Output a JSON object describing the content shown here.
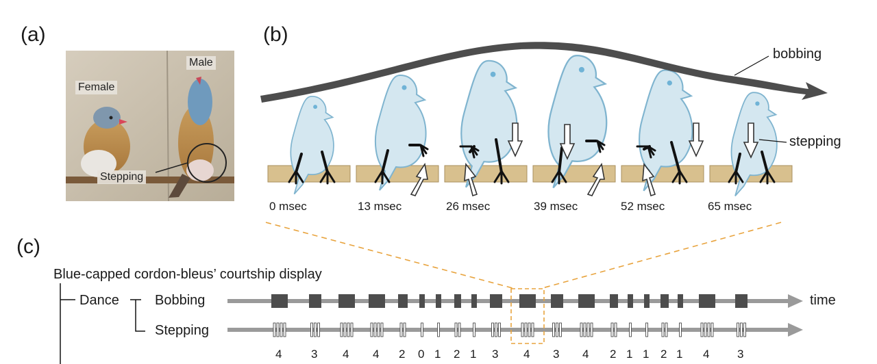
{
  "panels": {
    "a": "(a)",
    "b": "(b)",
    "c": "(c)"
  },
  "photo": {
    "female": "Female",
    "male": "Male",
    "stepping": "Stepping"
  },
  "schematic": {
    "arrow_label": "bobbing",
    "stepping_label": "stepping",
    "times": [
      "0 msec",
      "13 msec",
      "26 msec",
      "39 msec",
      "52 msec",
      "65 msec"
    ]
  },
  "timeline": {
    "title": "Blue-capped cordon-bleus’ courtship display",
    "dance_label": "Dance",
    "bobbing_label": "Bobbing",
    "stepping_label": "Stepping",
    "time_label": "time",
    "step_counts": [
      "4",
      "3",
      "4",
      "4",
      "2",
      "0",
      "1",
      "2",
      "1",
      "3",
      "4",
      "3",
      "4",
      "2",
      "1",
      "1",
      "2",
      "1",
      "4",
      "3"
    ]
  },
  "colors": {
    "bird_fill": "#d4e7f0",
    "bird_stroke": "#7fb4cf",
    "perch": "#d8c08e",
    "bobbing_arrow": "#4d4d4d",
    "timeline_gray": "#9a9a9a",
    "highlight": "#e8a33d"
  }
}
